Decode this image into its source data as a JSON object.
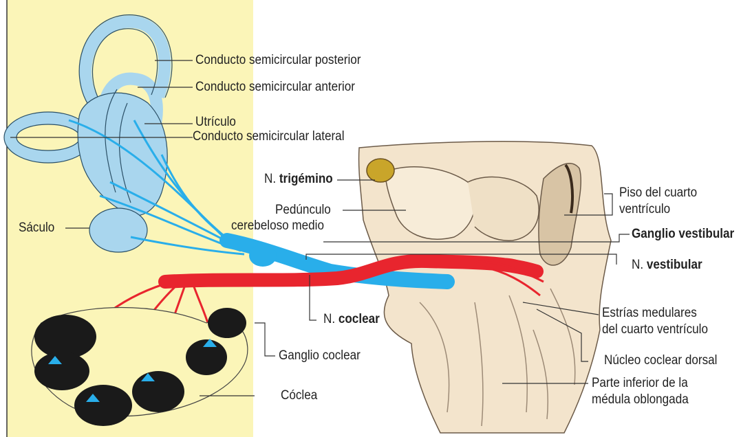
{
  "colors": {
    "panel": "#fbf5b8",
    "labyrinth": "#a9d6ee",
    "vestibular_nerve": "#29aeea",
    "cochlear_nerve": "#e8252e",
    "brainstem": "#f3e4cc",
    "cochlea_turn": "#1a1a1a",
    "ganglion": "#c9a52a"
  },
  "labels": {
    "semicircular_posterior": "Conducto semicircular posterior",
    "semicircular_anterior": "Conducto semicircular anterior",
    "utricle": "Utrículo",
    "semicircular_lateral": "Conducto semicircular lateral",
    "saccule": "Sáculo",
    "trigeminal_prefix": "N. ",
    "trigeminal_bold": "trigémino",
    "peduncle_line1": "Pedúnculo",
    "peduncle_line2": "cerebeloso medio",
    "fourth_ventricle_floor_line1": "Piso del cuarto",
    "fourth_ventricle_floor_line2": "ventrículo",
    "vestibular_ganglion": "Ganglio vestibular",
    "vestibular_nerve_prefix": "N. ",
    "vestibular_nerve_bold": "vestibular",
    "cochlear_nerve_prefix": "N. ",
    "cochlear_nerve_bold": "coclear",
    "medullary_striae_line1": "Estrías medulares",
    "medullary_striae_line2": "del cuarto ventrículo",
    "cochlear_ganglion": "Ganglio coclear",
    "dorsal_cochlear_nucleus": "Núcleo coclear dorsal",
    "cochlea": "Cóclea",
    "lower_medulla_line1": "Parte inferior de la",
    "lower_medulla_line2": "médula oblongada"
  }
}
